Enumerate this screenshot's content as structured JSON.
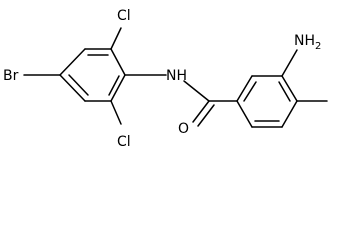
{
  "molecule": {
    "atoms": [
      {
        "symbol": "Br"
      },
      {
        "symbol": "Cl"
      },
      {
        "symbol": "Cl"
      },
      {
        "symbol": "NH"
      },
      {
        "symbol": "NH2"
      },
      {
        "symbol": "O"
      }
    ]
  },
  "colors": {
    "bond": "#000000",
    "label": "#000000",
    "background": "#ffffff"
  }
}
